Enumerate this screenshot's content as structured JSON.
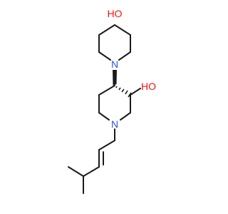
{
  "colors": {
    "bond": "#1a1a1a",
    "carbon_text": "#1a1a1a",
    "oxygen_text": "#ff0d0d",
    "nitrogen_text": "#3050f8",
    "background": "#ffffff"
  },
  "atoms": {
    "top_hydroxyl": {
      "label": "HO",
      "element": "O"
    },
    "upper_ring_nitrogen": {
      "label": "N",
      "element": "N"
    },
    "side_hydroxyl": {
      "label": "HO",
      "element": "O"
    },
    "lower_ring_nitrogen": {
      "label": "N",
      "element": "N"
    }
  }
}
